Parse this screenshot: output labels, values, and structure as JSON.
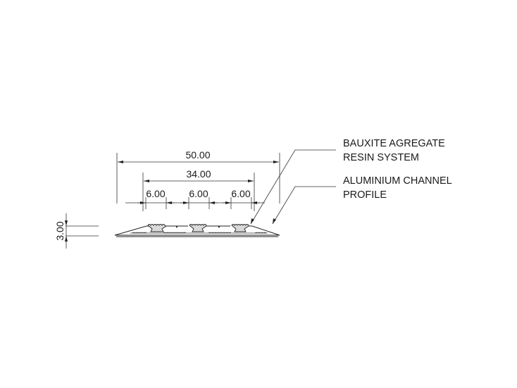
{
  "drawing": {
    "dimensions": {
      "overall_width": "50.00",
      "inner_width": "34.00",
      "segment_1": "6.00",
      "segment_2": "6.00",
      "segment_3": "6.00",
      "height": "3.00"
    },
    "callouts": [
      {
        "line1": "BAUXITE AGREGATE",
        "line2": "RESIN SYSTEM"
      },
      {
        "line1": "ALUMINIUM CHANNEL",
        "line2": "PROFILE"
      }
    ],
    "colors": {
      "line": "#222222",
      "fill": "#d8d8d8",
      "background": "#ffffff"
    }
  }
}
